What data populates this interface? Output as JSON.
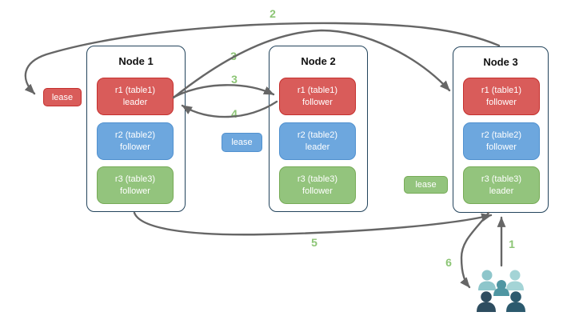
{
  "nodes": [
    {
      "title": "Node 1",
      "replicas": [
        {
          "label": "r1 (table1)",
          "role": "leader",
          "color": "#d95c5a"
        },
        {
          "label": "r2 (table2)",
          "role": "follower",
          "color": "#6da7de"
        },
        {
          "label": "r3 (table3)",
          "role": "follower",
          "color": "#93c47d"
        }
      ]
    },
    {
      "title": "Node 2",
      "replicas": [
        {
          "label": "r1 (table1)",
          "role": "follower",
          "color": "#d95c5a"
        },
        {
          "label": "r2 (table2)",
          "role": "leader",
          "color": "#6da7de"
        },
        {
          "label": "r3 (table3)",
          "role": "follower",
          "color": "#93c47d"
        }
      ]
    },
    {
      "title": "Node 3",
      "replicas": [
        {
          "label": "r1 (table1)",
          "role": "follower",
          "color": "#d95c5a"
        },
        {
          "label": "r2 (table2)",
          "role": "follower",
          "color": "#6da7de"
        },
        {
          "label": "r3 (table3)",
          "role": "leader",
          "color": "#93c47d"
        }
      ]
    }
  ],
  "leases": [
    {
      "label": "lease",
      "color": "#d95c5a",
      "near": "node1-r1-leader"
    },
    {
      "label": "lease",
      "color": "#6da7de",
      "near": "node2-r2-leader"
    },
    {
      "label": "lease",
      "color": "#93c47d",
      "near": "node3-r3-leader"
    }
  ],
  "steps": [
    "1",
    "2",
    "3",
    "3",
    "4",
    "5",
    "6"
  ],
  "edges": [
    {
      "step": "1",
      "from": "users",
      "to": "node3-r3-leader"
    },
    {
      "step": "2",
      "from": "node3",
      "to": "lease-red"
    },
    {
      "step": "3",
      "from": "node1-r1-leader",
      "to": "node3-r1-follower"
    },
    {
      "step": "3",
      "from": "node1-r1-leader",
      "to": "node2-r1-follower"
    },
    {
      "step": "4",
      "from": "node2-r1-follower",
      "to": "node1-r1-leader"
    },
    {
      "step": "5",
      "from": "node1",
      "to": "node3-r3-leader"
    },
    {
      "step": "6",
      "from": "node3-r3-leader",
      "to": "users"
    }
  ],
  "colors": {
    "red": "#d95c5a",
    "red_border": "#c5302e",
    "blue": "#6da7de",
    "blue_border": "#5191cf",
    "green": "#93c47d",
    "green_border": "#77ab57",
    "node_border": "#23445c",
    "arrow": "#666666",
    "step_label": "#8cc575",
    "people_light": "#8ec6cb",
    "people_light2": "#a4d4d6",
    "people_mid": "#4f96a2",
    "people_dark": "#2e4d60",
    "people_dark2": "#2c5a6e"
  }
}
